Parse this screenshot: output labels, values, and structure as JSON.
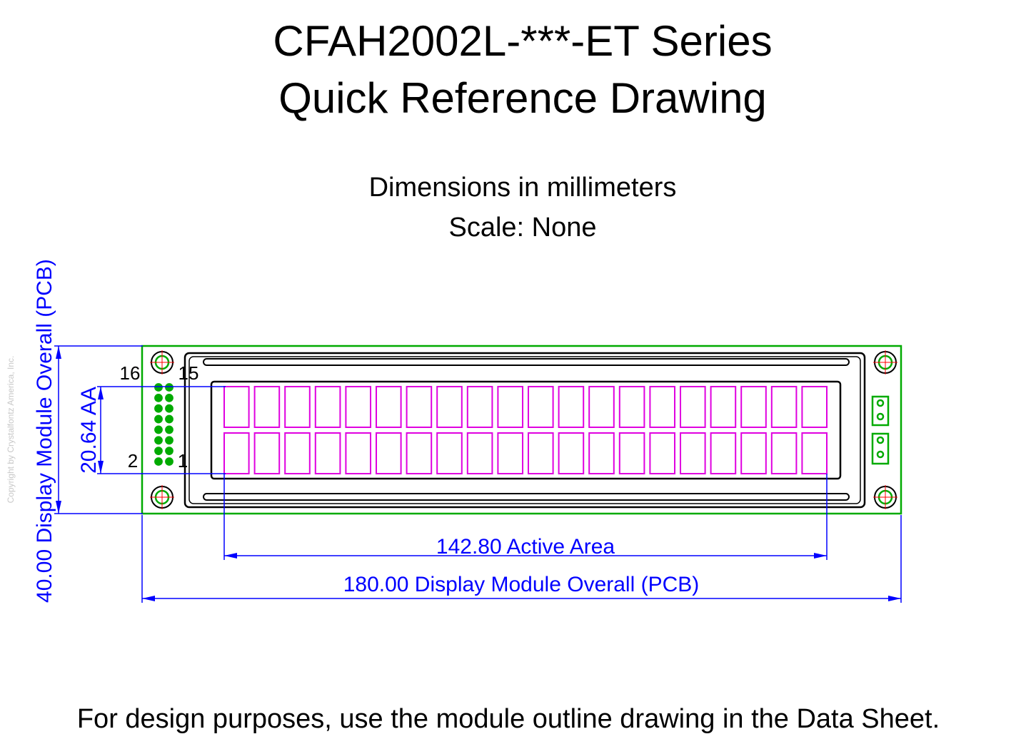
{
  "header": {
    "title": "CFAH2002L-***-ET Series",
    "subtitle": "Quick Reference Drawing",
    "units_note": "Dimensions in millimeters",
    "scale_note": "Scale: None"
  },
  "module": {
    "columns": 20,
    "rows": 2,
    "header_pin_rows": 8,
    "pin_labels": {
      "top_left": "16",
      "top_right": "15",
      "bottom_left": "2",
      "bottom_right": "1"
    }
  },
  "dimensions": {
    "active_area_width": "142.80 Active Area",
    "overall_width": "180.00 Display Module Overall (PCB)",
    "overall_height": "40.00 Display Module Overall (PCB)",
    "active_area_height": "20.64 AA"
  },
  "copyright": "Copyright by Crystalfontz America, Inc.",
  "footer": "For design purposes, use the module outline drawing in the Data Sheet.",
  "colors": {
    "pcb_outline": "#00aa00",
    "pins": "#00aa00",
    "characters": "#e000e0",
    "dimension": "#0000ff",
    "outline": "#000000",
    "mount_center": "#ff0000"
  }
}
